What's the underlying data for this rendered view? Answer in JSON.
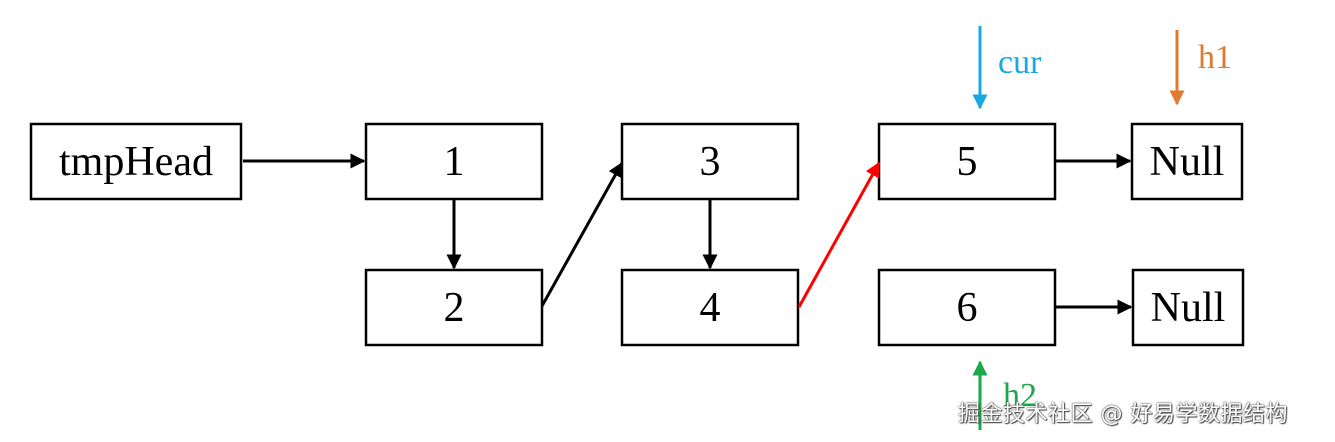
{
  "nodes": {
    "tmphead": "tmpHead",
    "n1": "1",
    "n2": "2",
    "n3": "3",
    "n4": "4",
    "n5": "5",
    "n6": "6",
    "null_top": "Null",
    "null_bottom": "Null"
  },
  "pointers": {
    "cur": "cur",
    "h1": "h1",
    "h2": "h2"
  },
  "colors": {
    "node_border": "#000000",
    "arrow_default": "#000000",
    "arrow_highlight": "#ff0000",
    "cur": "#1aa8e0",
    "h1": "#e07a2f",
    "h2": "#1aa84a"
  },
  "watermark": "掘金技术社区 @ 好易学数据结构"
}
